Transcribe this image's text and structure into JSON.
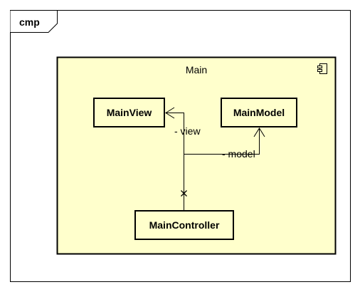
{
  "frame": {
    "label": "cmp"
  },
  "component": {
    "name": "Main",
    "fill": "#ffffcc",
    "icon": "component-icon"
  },
  "classes": {
    "main_view": "MainView",
    "main_model": "MainModel",
    "main_controller": "MainController"
  },
  "associations": {
    "view_role": "- view",
    "model_role": "- model"
  },
  "colors": {
    "line": "#000000",
    "class_fill": "#ffffcc",
    "background": "#ffffff"
  }
}
